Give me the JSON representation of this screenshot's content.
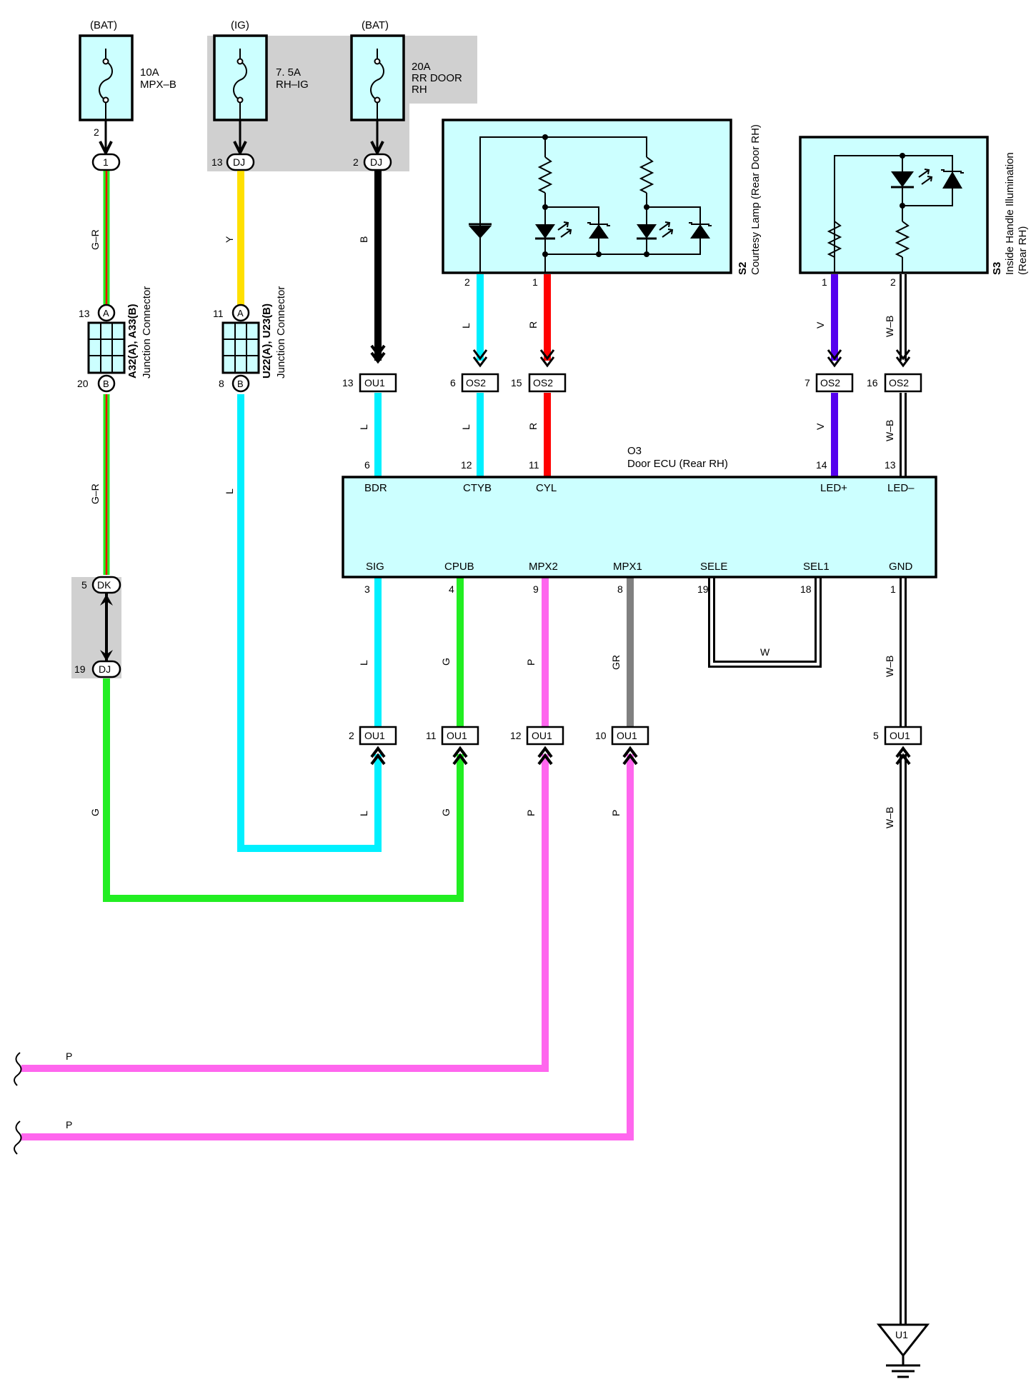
{
  "fuses": [
    {
      "source": "(BAT)",
      "rating": "10A",
      "name": "MPX–B",
      "extra": "",
      "pin": "2",
      "connector": "1"
    },
    {
      "source": "(IG)",
      "rating": "7. 5A",
      "name": "RH–IG",
      "extra": "",
      "pin": "13",
      "connector": "DJ"
    },
    {
      "source": "(BAT)",
      "rating": "20A",
      "name": "RR DOOR",
      "extra": "RH",
      "pin": "2",
      "connector": "DJ"
    }
  ],
  "junctions": [
    {
      "name": "A32(A), A33(B)",
      "desc": "Junction Connector",
      "pin_a": "13",
      "pin_b": "20",
      "label_a": "A",
      "label_b": "B"
    },
    {
      "name": "U22(A), U23(B)",
      "desc": "Junction Connector",
      "pin_a": "11",
      "pin_b": "8",
      "label_a": "A",
      "label_b": "B"
    }
  ],
  "components": {
    "s2": {
      "code": "S2",
      "name": "Courtesy Lamp (Rear Door RH)",
      "pin1": "2",
      "pin2": "1"
    },
    "s3": {
      "code": "S3",
      "name": "Inside Handle Illumination",
      "name2": "(Rear RH)",
      "pin1": "1",
      "pin2": "2"
    },
    "ecu": {
      "code": "O3",
      "name": "Door ECU (Rear RH)",
      "top_pins": [
        {
          "pin": "6",
          "label": "BDR"
        },
        {
          "pin": "12",
          "label": "CTYB"
        },
        {
          "pin": "11",
          "label": "CYL"
        },
        {
          "pin": "14",
          "label": "LED+"
        },
        {
          "pin": "13",
          "label": "LED–"
        }
      ],
      "bottom_pins": [
        {
          "pin": "3",
          "label": "SIG"
        },
        {
          "pin": "4",
          "label": "CPUB"
        },
        {
          "pin": "9",
          "label": "MPX2"
        },
        {
          "pin": "8",
          "label": "MPX1"
        },
        {
          "pin": "19",
          "label": "SELE"
        },
        {
          "pin": "18",
          "label": "SEL1"
        },
        {
          "pin": "1",
          "label": "GND"
        }
      ]
    }
  },
  "inline_connectors": {
    "upper": [
      {
        "pin": "13",
        "name": "OU1"
      },
      {
        "pin": "6",
        "name": "OS2"
      },
      {
        "pin": "15",
        "name": "OS2"
      },
      {
        "pin": "7",
        "name": "OS2"
      },
      {
        "pin": "16",
        "name": "OS2"
      }
    ],
    "lower": [
      {
        "pin": "2",
        "name": "OU1"
      },
      {
        "pin": "11",
        "name": "OU1"
      },
      {
        "pin": "12",
        "name": "OU1"
      },
      {
        "pin": "10",
        "name": "OU1"
      },
      {
        "pin": "5",
        "name": "OU1"
      }
    ],
    "dk": {
      "pin": "5",
      "name": "DK"
    },
    "dj": {
      "pin": "19",
      "name": "DJ"
    }
  },
  "ground": {
    "name": "U1"
  },
  "wire_colors": {
    "G-R": "G–R",
    "Y": "Y",
    "B": "B",
    "L": "L",
    "R": "R",
    "V": "V",
    "W-B": "W–B",
    "G": "G",
    "P": "P",
    "GR": "GR",
    "W": "W"
  },
  "colors": {
    "cyan": "#00f0ff",
    "red": "#ff0000",
    "green": "#22ee22",
    "yellow": "#ffe000",
    "black": "#000000",
    "violet": "#5500ee",
    "pink": "#ff66ee",
    "grey": "#808080",
    "box": "#ccffff"
  }
}
